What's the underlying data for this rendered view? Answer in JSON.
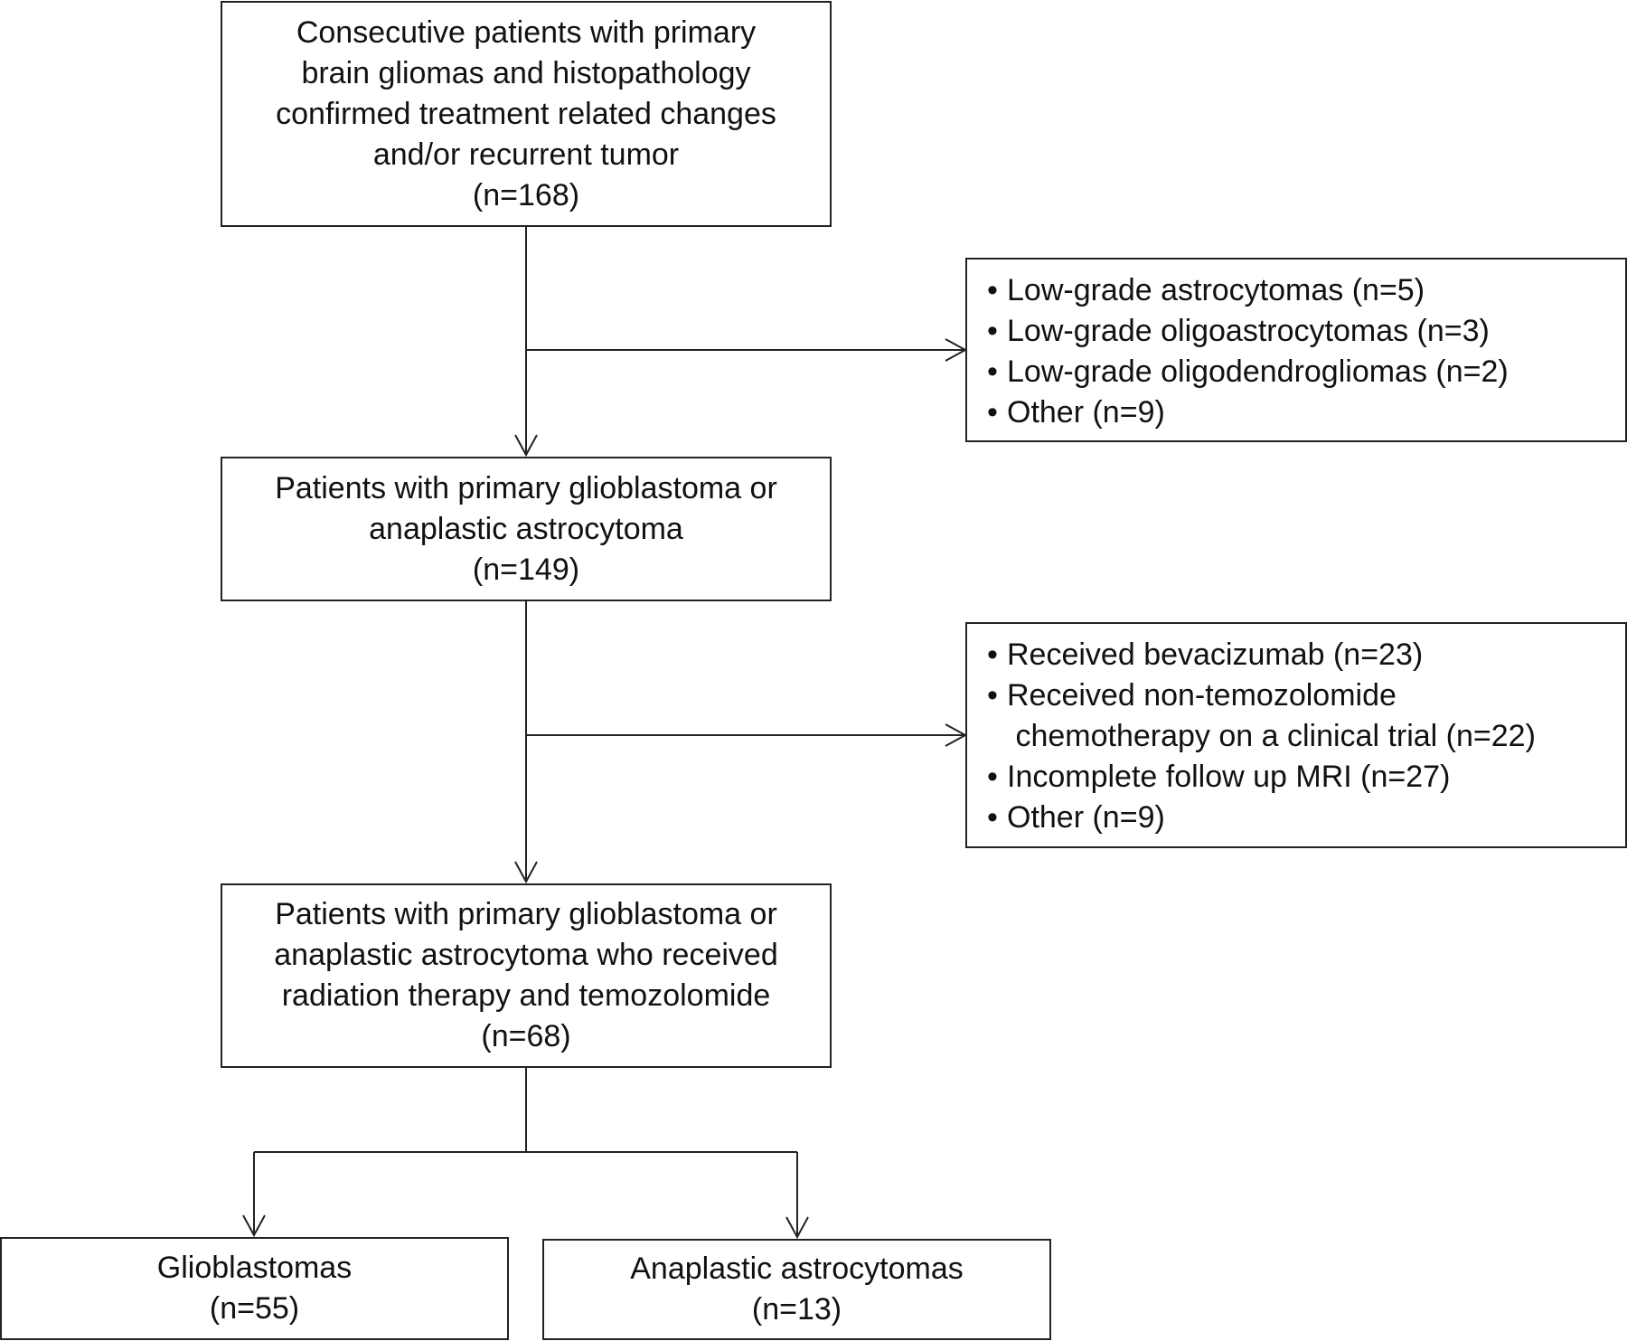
{
  "nodes": {
    "start": {
      "lines": [
        "Consecutive patients with primary",
        "brain gliomas and histopathology",
        "confirmed treatment related changes",
        "and/or recurrent tumor",
        "(n=168)"
      ]
    },
    "middle": {
      "lines": [
        "Patients with primary glioblastoma or",
        "anaplastic astrocytoma",
        "(n=149)"
      ]
    },
    "final": {
      "lines": [
        "Patients with primary glioblastoma or",
        "anaplastic astrocytoma who received",
        "radiation therapy and temozolomide",
        "(n=68)"
      ]
    },
    "glioblastomas": {
      "lines": [
        "Glioblastomas",
        "(n=55)"
      ]
    },
    "anaplastic": {
      "lines": [
        "Anaplastic astrocytomas",
        "(n=13)"
      ]
    }
  },
  "exclusions": {
    "first": {
      "bullet": "•",
      "items": [
        "Low-grade astrocytomas (n=5)",
        "Low-grade oligoastrocytomas (n=3)",
        "Low-grade oligodendrogliomas (n=2)",
        "Other (n=9)"
      ]
    },
    "second": {
      "bullet": "•",
      "items": [
        "Received bevacizumab (n=23)",
        "Received non-temozolomide\n chemotherapy on a clinical trial (n=22)",
        "Incomplete follow up MRI (n=27)",
        "Other (n=9)"
      ]
    }
  },
  "colors": {
    "line": "#222222",
    "text": "#111111",
    "background": "#ffffff"
  }
}
